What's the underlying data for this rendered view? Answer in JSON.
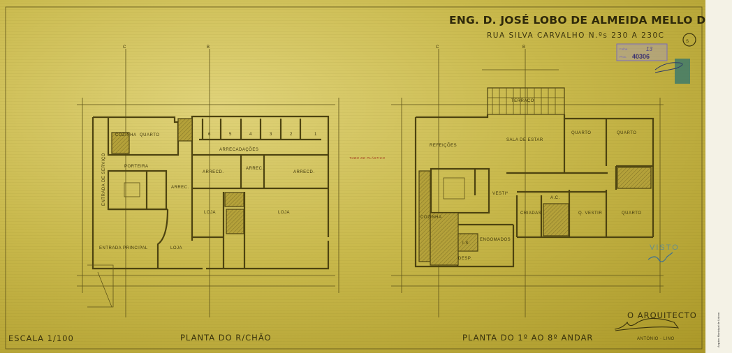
{
  "header": {
    "title": "ENG. D. JOSÉ LOBO DE ALMEIDA MELLO DE CASTRO",
    "subtitle": "RUA SILVA CARVALHO N.ºs 230 A 230C",
    "sheet_mark": "S"
  },
  "stamp": {
    "folha_label": "Folha",
    "folha_value": "13",
    "proc_label": "Proc.",
    "proc_value": "40306"
  },
  "axes": {
    "c": "C",
    "b": "B"
  },
  "ground_floor": {
    "title": "PLANTA DO R/CHÃO",
    "rooms": {
      "cozinha": "COZINHA",
      "quarto": "QUARTO",
      "arrecadacoes": "ARRECADAÇÕES",
      "porteira": "PORTEIRA",
      "arrecd1": "ARRECD.",
      "arrec_mid": "ARREC.",
      "arrecd2": "ARRECD.",
      "arrec_small": "ARREC.",
      "loja1": "LOJA",
      "loja2": "LOJA",
      "loja3": "LOJA",
      "entrada_principal": "ENTRADA PRINCIPAL",
      "entrada_servico": "ENTRADA DE SERVIÇO"
    },
    "stalls": [
      "6",
      "5",
      "4",
      "3",
      "2",
      "1"
    ],
    "notes": {
      "tubo": "TUBO DE PLÁSTICO"
    }
  },
  "upper_floor": {
    "title": "PLANTA DO 1º AO 8º ANDAR",
    "rooms": {
      "terraco": "TERRAÇO",
      "sala": "SALA DE ESTAR",
      "refeicoes": "REFEIÇÕES",
      "quarto1": "QUARTO",
      "quarto2": "QUARTO",
      "vestib": "VESTIº",
      "ac": "A.C.",
      "criadas": "CRIADAS",
      "q_vestir": "Q. VESTIR",
      "quarto3": "QUARTO",
      "cozinha": "COZINHA",
      "engomados": "ENGOMADOS",
      "is": "I.S.",
      "desp": "DESP."
    },
    "approval": "VISTO"
  },
  "footer": {
    "scale": "ESCALA 1/100",
    "architect_label": "O ARQUITECTO",
    "architect_name": "ANTÓNIO · LINO"
  },
  "archive": {
    "caption": "Arquivo Municipal de Lisboa"
  },
  "colors": {
    "paper": "#c9b94c",
    "ink": "#3e360c",
    "red_note": "#a33a1e",
    "visto_stamp": "#4a86a8",
    "tax_stamp": "#3f7a6a",
    "purple_stamp": "#7a6cb8"
  }
}
